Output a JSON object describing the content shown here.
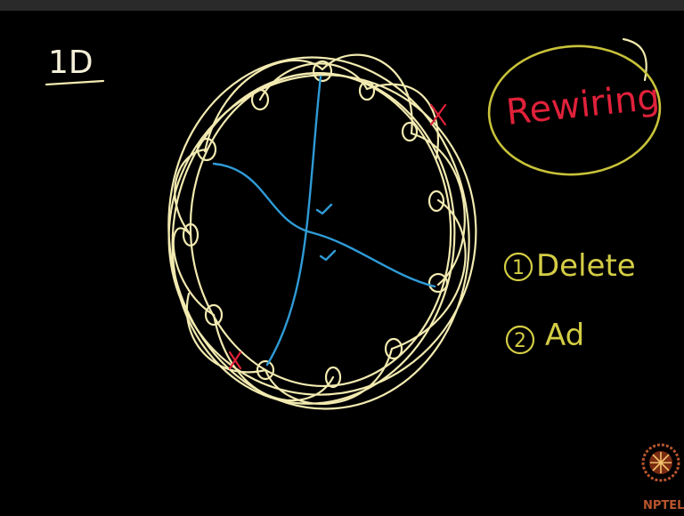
{
  "heading": "1D",
  "title": "Rewiring",
  "steps": [
    {
      "number": "1",
      "label": "Delete"
    },
    {
      "number": "2",
      "label": "Ad"
    }
  ],
  "marks": {
    "cross": "x",
    "check": "✓"
  },
  "logo": {
    "text": "NPTEL",
    "icon": "nptel-emblem-icon"
  },
  "colors": {
    "background": "#000000",
    "ring": "#f2eab0",
    "rewired_edge": "#2f9bd6",
    "title": "#e0213a",
    "steps": "#d4cd45"
  }
}
